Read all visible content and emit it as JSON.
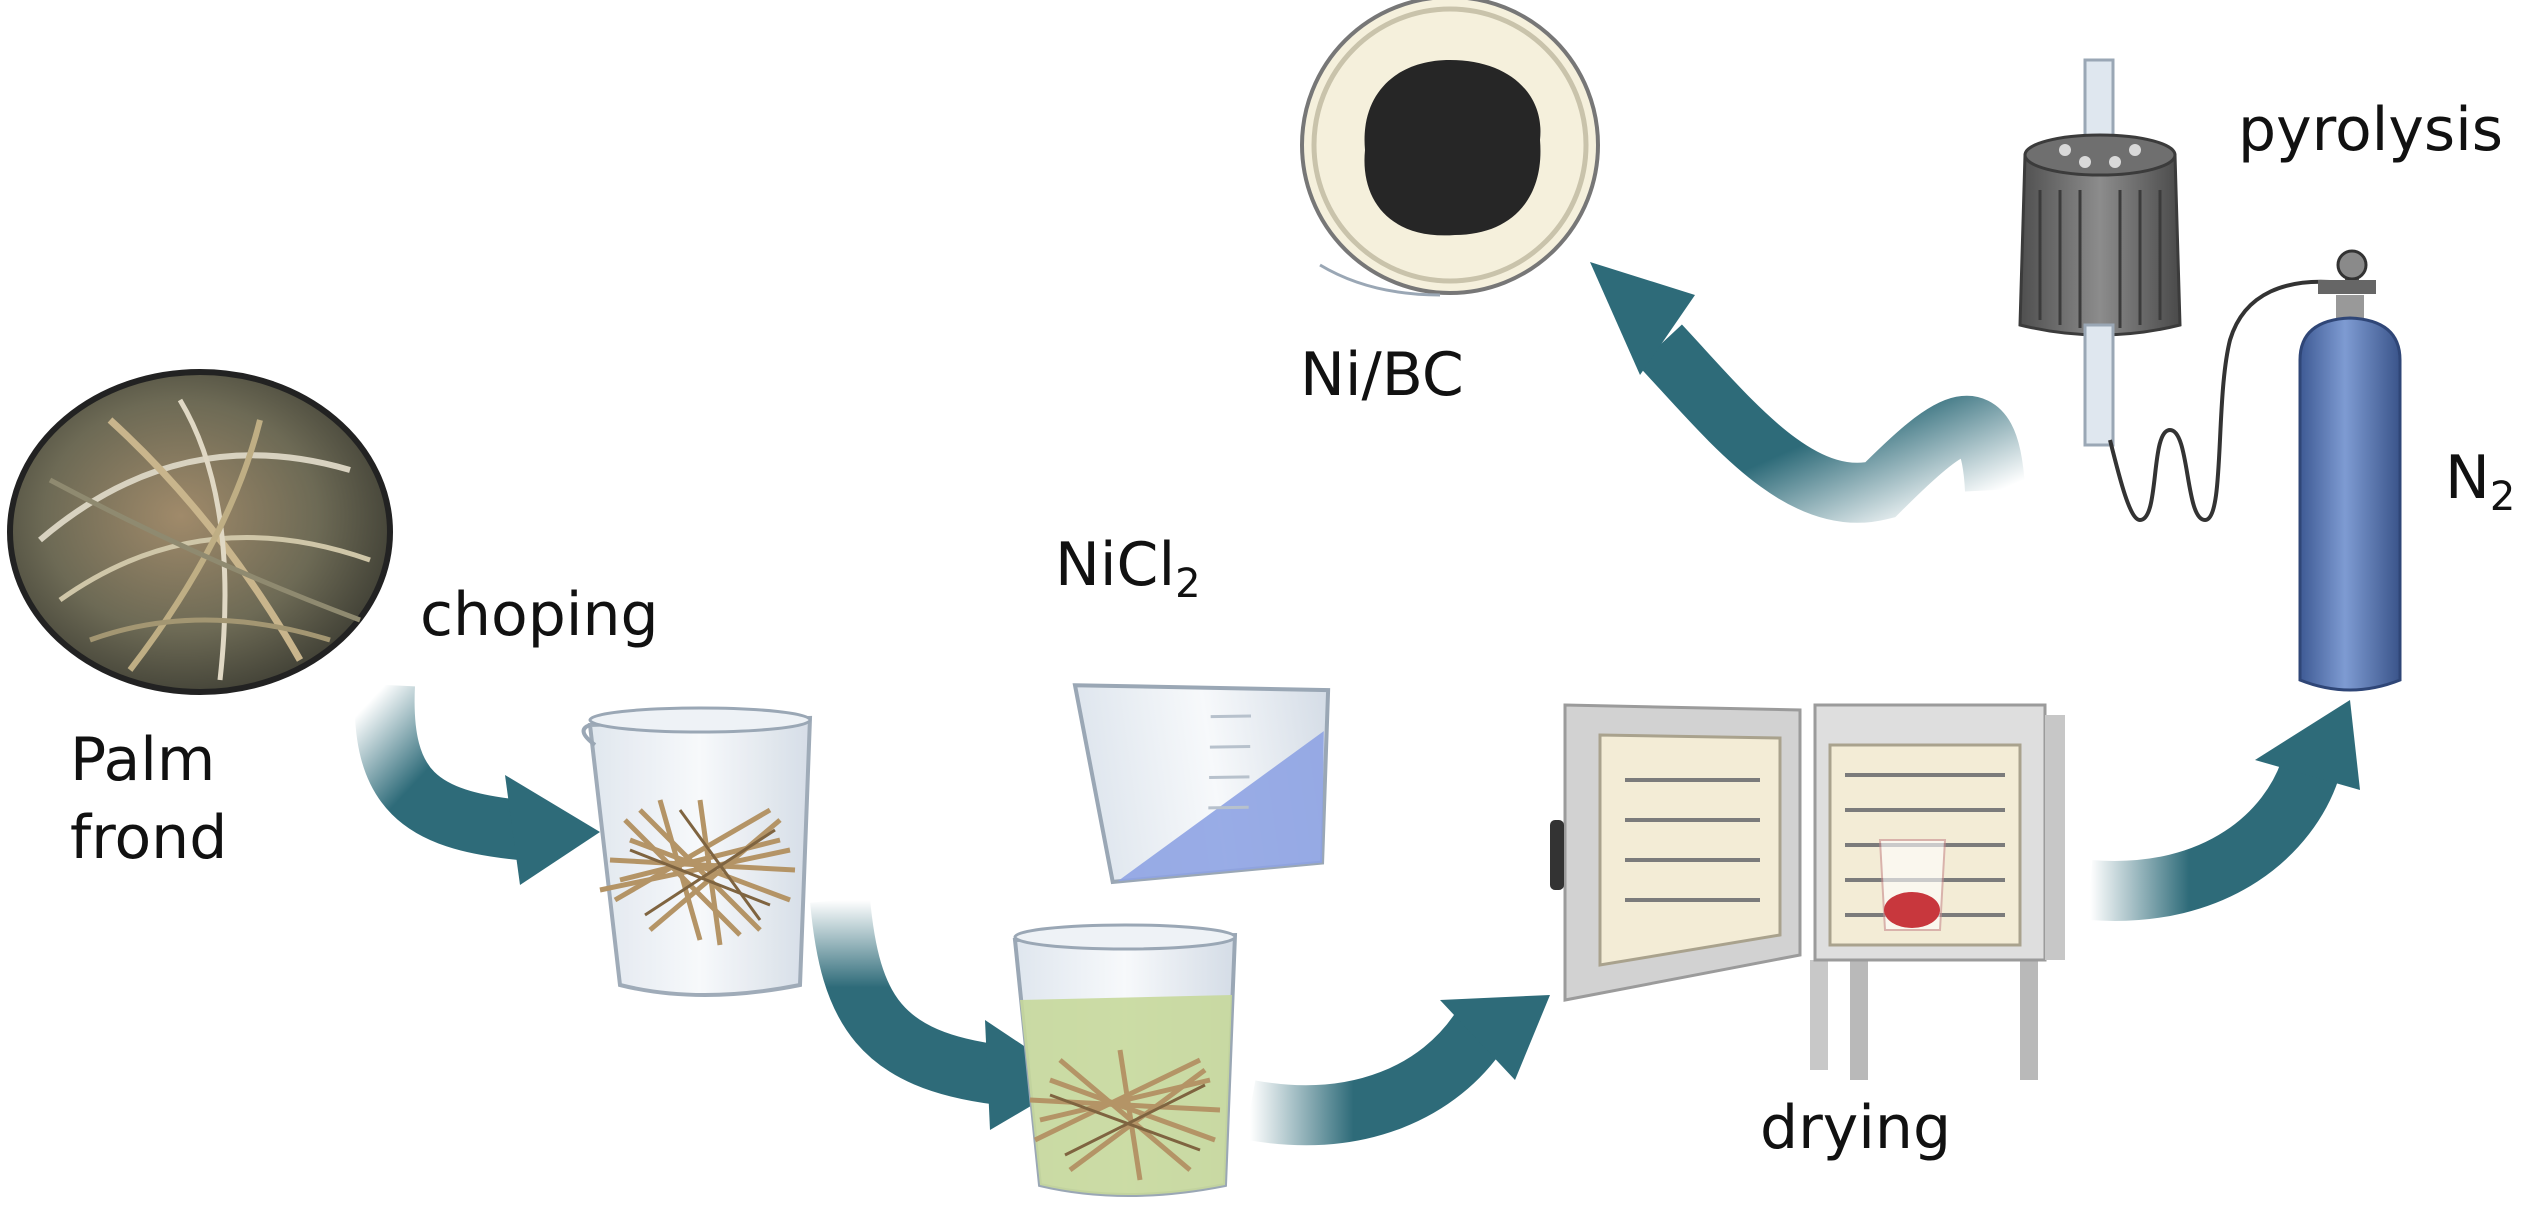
{
  "labels": {
    "palm_line1": "Palm",
    "palm_line2": "frond",
    "choping": "choping",
    "nicl_main": "NiCl",
    "nicl_sub": "2",
    "drying": "drying",
    "pyrolysis": "pyrolysis",
    "n2_main": "N",
    "n2_sub": "2",
    "product": "Ni/BC"
  },
  "colors": {
    "arrow": "#2e6b79",
    "arrow_fade": "#ffffff",
    "fiber": "#b49466",
    "nicl_solution": "#8ea3e3",
    "soak_solution": "#c7d89b",
    "sample_red": "#c8373d",
    "biochar": "#262626",
    "dish_ring": "#f5f0dc",
    "cylinder": "#5c7ab3",
    "oven_body": "#dedede",
    "oven_interior": "#f3ecd6"
  },
  "icons": [
    "palm-photo-icon",
    "beaker-fiber-icon",
    "pouring-beaker-icon",
    "soaking-beaker-icon",
    "oven-icon",
    "tube-furnace-icon",
    "gas-cylinder-icon",
    "petri-dish-icon"
  ]
}
